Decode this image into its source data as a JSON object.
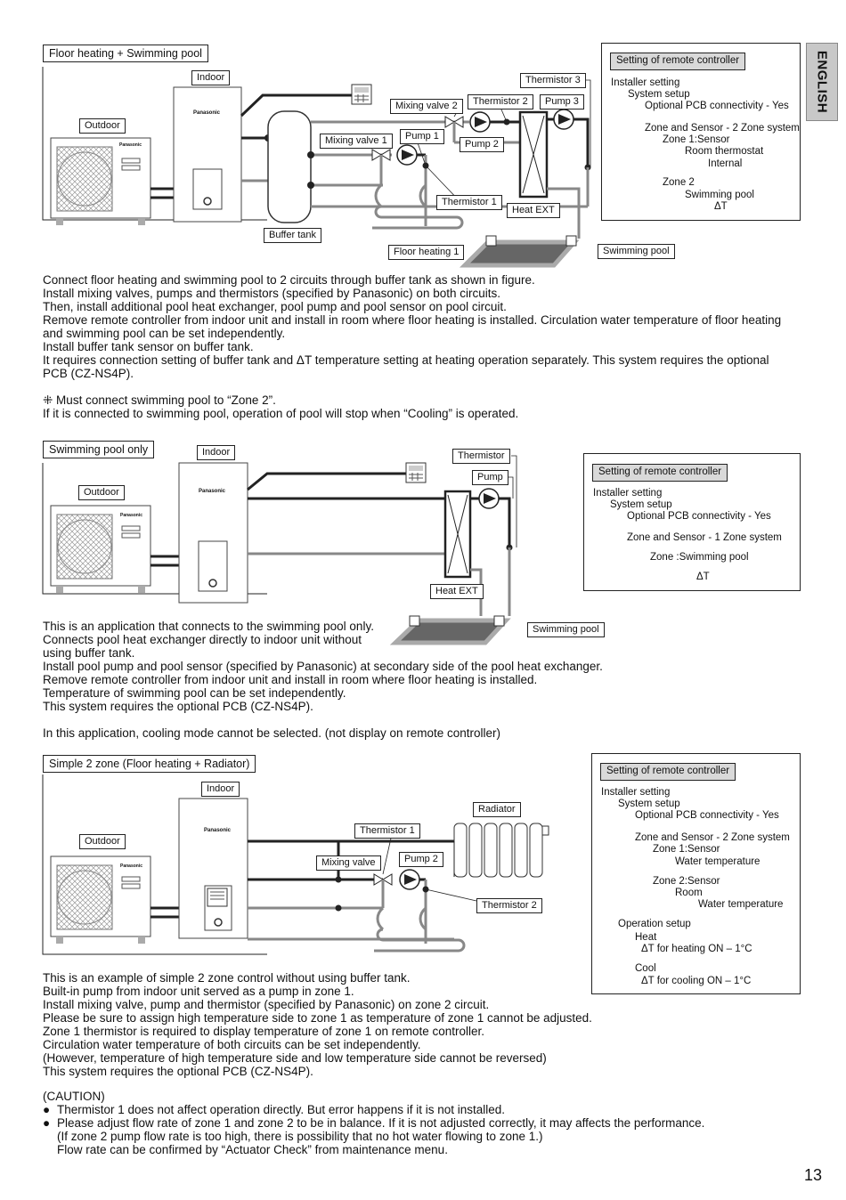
{
  "tab": "ENGLISH",
  "page_number": "13",
  "section1": {
    "title": "Floor heating + Swimming pool",
    "labels": {
      "indoor": "Indoor",
      "outdoor": "Outdoor",
      "buffer_tank": "Buffer tank",
      "mixing_valve_1": "Mixing valve 1",
      "mixing_valve_2": "Mixing valve 2",
      "pump_1": "Pump 1",
      "pump_2": "Pump 2",
      "pump_3": "Pump 3",
      "thermistor_1": "Thermistor 1",
      "thermistor_2": "Thermistor 2",
      "thermistor_3": "Thermistor 3",
      "heat_ext": "Heat EXT",
      "floor_heating_1": "Floor heating 1",
      "swimming_pool": "Swimming pool",
      "brand": "Panasonic"
    },
    "settings": {
      "header": "Setting of remote controller",
      "lines": [
        "Installer setting",
        "System setup",
        "Optional PCB connectivity - Yes",
        "Zone and Sensor - 2 Zone system",
        "Zone 1:Sensor",
        "Room thermostat",
        "Internal",
        "Zone 2",
        "Swimming pool",
        "ΔT"
      ]
    },
    "text": [
      "Connect floor heating and swimming pool to 2 circuits through buffer tank as shown in figure.",
      "Install mixing valves, pumps and thermistors (specified by Panasonic) on both circuits.",
      "Then, install additional pool heat exchanger, pool pump and pool sensor on pool circuit.",
      "Remove remote controller from indoor unit and install in room where floor heating is installed. Circulation water temperature of floor heating",
      "and swimming pool can be set independently.",
      "Install buffer tank sensor on buffer tank.",
      "It requires connection setting of buffer tank and ΔT temperature setting at heating operation separately. This system requires the optional",
      "PCB (CZ-NS4P).",
      "",
      "⁜ Must connect swimming pool to “Zone 2”.",
      "If it is connected to swimming pool, operation of pool will stop when “Cooling” is operated."
    ]
  },
  "section2": {
    "title": "Swimming pool only",
    "labels": {
      "indoor": "Indoor",
      "outdoor": "Outdoor",
      "thermistor": "Thermistor",
      "pump": "Pump",
      "heat_ext": "Heat EXT",
      "swimming_pool": "Swimming pool",
      "brand": "Panasonic"
    },
    "settings": {
      "header": "Setting of remote controller",
      "lines": [
        "Installer setting",
        "System setup",
        "Optional PCB connectivity - Yes",
        "Zone and Sensor - 1 Zone system",
        "Zone :Swimming pool",
        "ΔT"
      ]
    },
    "text": [
      "This is an application that connects to the swimming pool only.",
      "Connects pool heat exchanger directly to indoor unit without",
      "using buffer tank.",
      "Install pool pump and pool sensor (specified by Panasonic) at secondary side of the pool heat exchanger.",
      "Remove remote controller from indoor unit and install in room where floor heating is installed.",
      "Temperature of swimming pool can be set independently.",
      "This system requires the optional PCB (CZ-NS4P).",
      "",
      "In this application, cooling mode cannot be selected. (not display on remote controller)"
    ]
  },
  "section3": {
    "title": "Simple 2 zone (Floor heating + Radiator)",
    "labels": {
      "indoor": "Indoor",
      "outdoor": "Outdoor",
      "radiator": "Radiator",
      "thermistor_1": "Thermistor 1",
      "thermistor_2": "Thermistor 2",
      "mixing_valve": "Mixing valve",
      "pump_2": "Pump 2",
      "brand": "Panasonic"
    },
    "settings": {
      "header": "Setting of remote controller",
      "lines": [
        "Installer setting",
        "System setup",
        "Optional PCB connectivity - Yes",
        "Zone and Sensor - 2 Zone system",
        "Zone 1:Sensor",
        "Water temperature",
        "Zone 2:Sensor",
        "Room",
        "Water temperature",
        "Operation setup",
        "Heat",
        "ΔT for heating ON – 1°C",
        "Cool",
        "ΔT for cooling ON – 1°C"
      ]
    },
    "text": [
      "This is an example of simple 2 zone control without using buffer tank.",
      "Built-in pump from indoor unit served as a pump in zone 1.",
      "Install mixing valve, pump and thermistor (specified by Panasonic) on zone 2 circuit.",
      "Please be sure to assign high temperature side to zone 1 as temperature of zone 1 cannot be adjusted.",
      "Zone 1 thermistor is required to display temperature of zone 1 on remote controller.",
      "Circulation water temperature of both circuits can be set independently.",
      "(However, temperature of high temperature side and low temperature side cannot be reversed)",
      "This system requires the optional PCB (CZ-NS4P)."
    ],
    "caution": {
      "title": "(CAUTION)",
      "items": [
        "Thermistor 1 does not affect operation directly. But error happens if it is not installed.",
        "Please adjust flow rate of zone 1 and zone 2 to be in balance. If it is not adjusted correctly, it may affects the performance."
      ],
      "continuation": [
        "(If zone 2 pump flow rate is too high, there is possibility that no hot water flowing to zone 1.)",
        "Flow rate can be confirmed by “Actuator Check” from maintenance menu."
      ]
    }
  }
}
